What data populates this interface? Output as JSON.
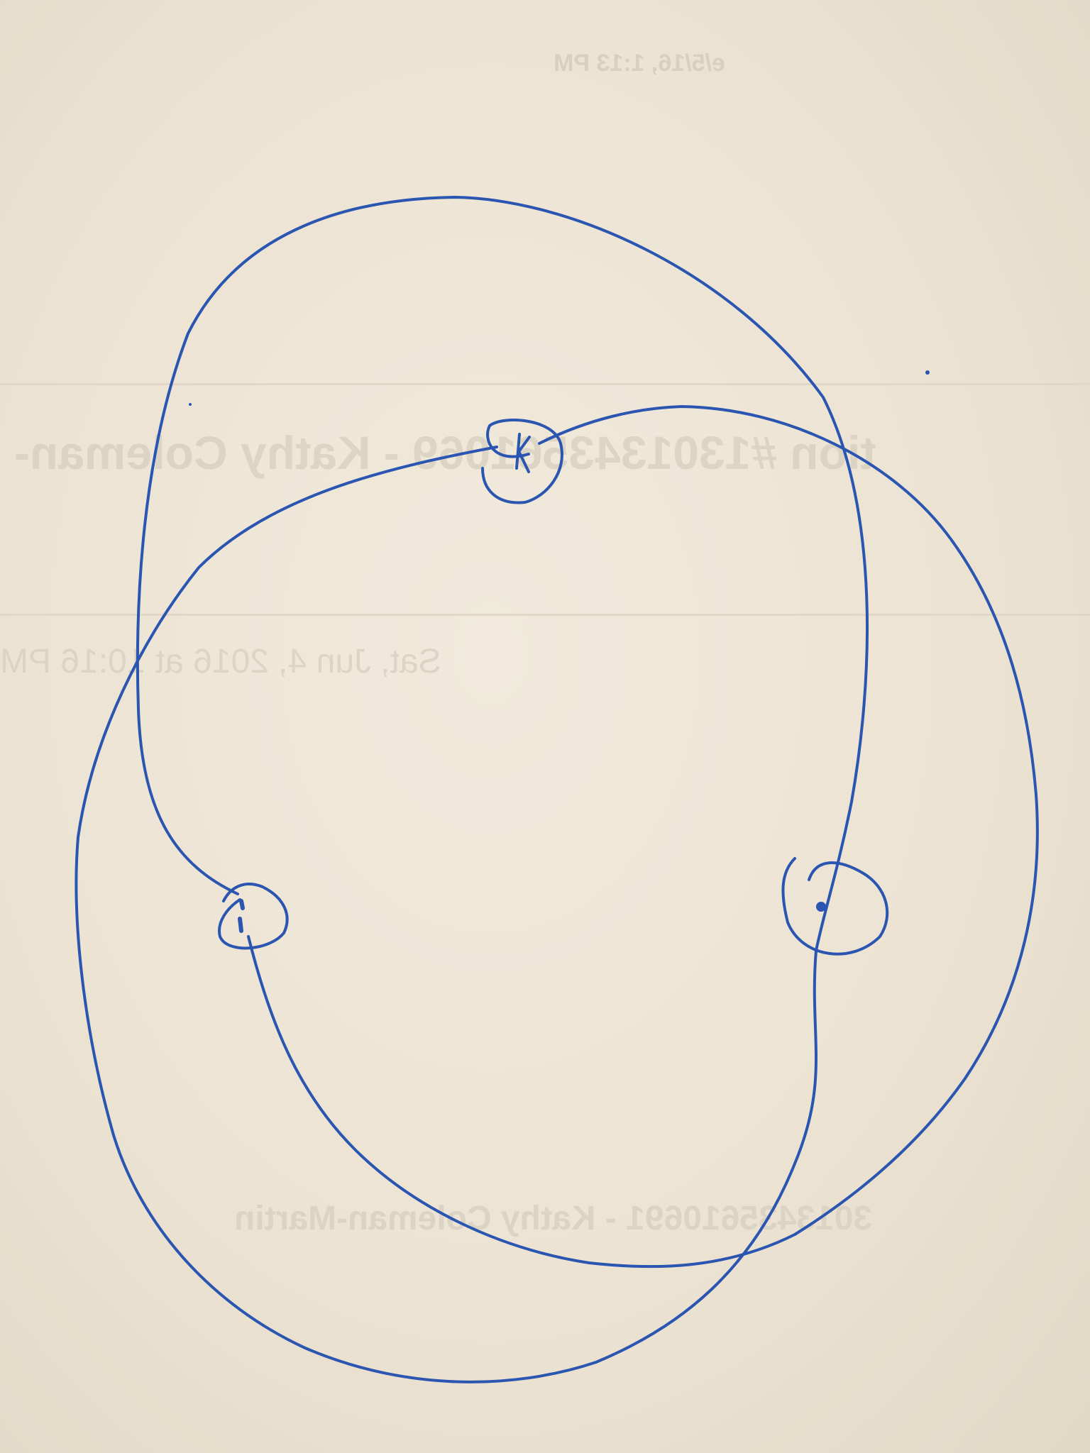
{
  "photo": {
    "subject": "hand-drawn blue ink loops on paper",
    "paper_color": "#ece3d3",
    "ink_color": "#2a55b0",
    "bleed_through_color": "#d9d1c2"
  },
  "bleed_through_text": {
    "line1": "e/5/16, 1:13 PM",
    "line2": "tion #1301343561069 - Kathy Coleman-",
    "line3": "Sat, Jun 4, 2016 at 10:16 PM",
    "line4": "3013435610691 - Kathy Coleman-Martin"
  },
  "node_marks": {
    "top": "k",
    "left": "i",
    "right": "j"
  }
}
